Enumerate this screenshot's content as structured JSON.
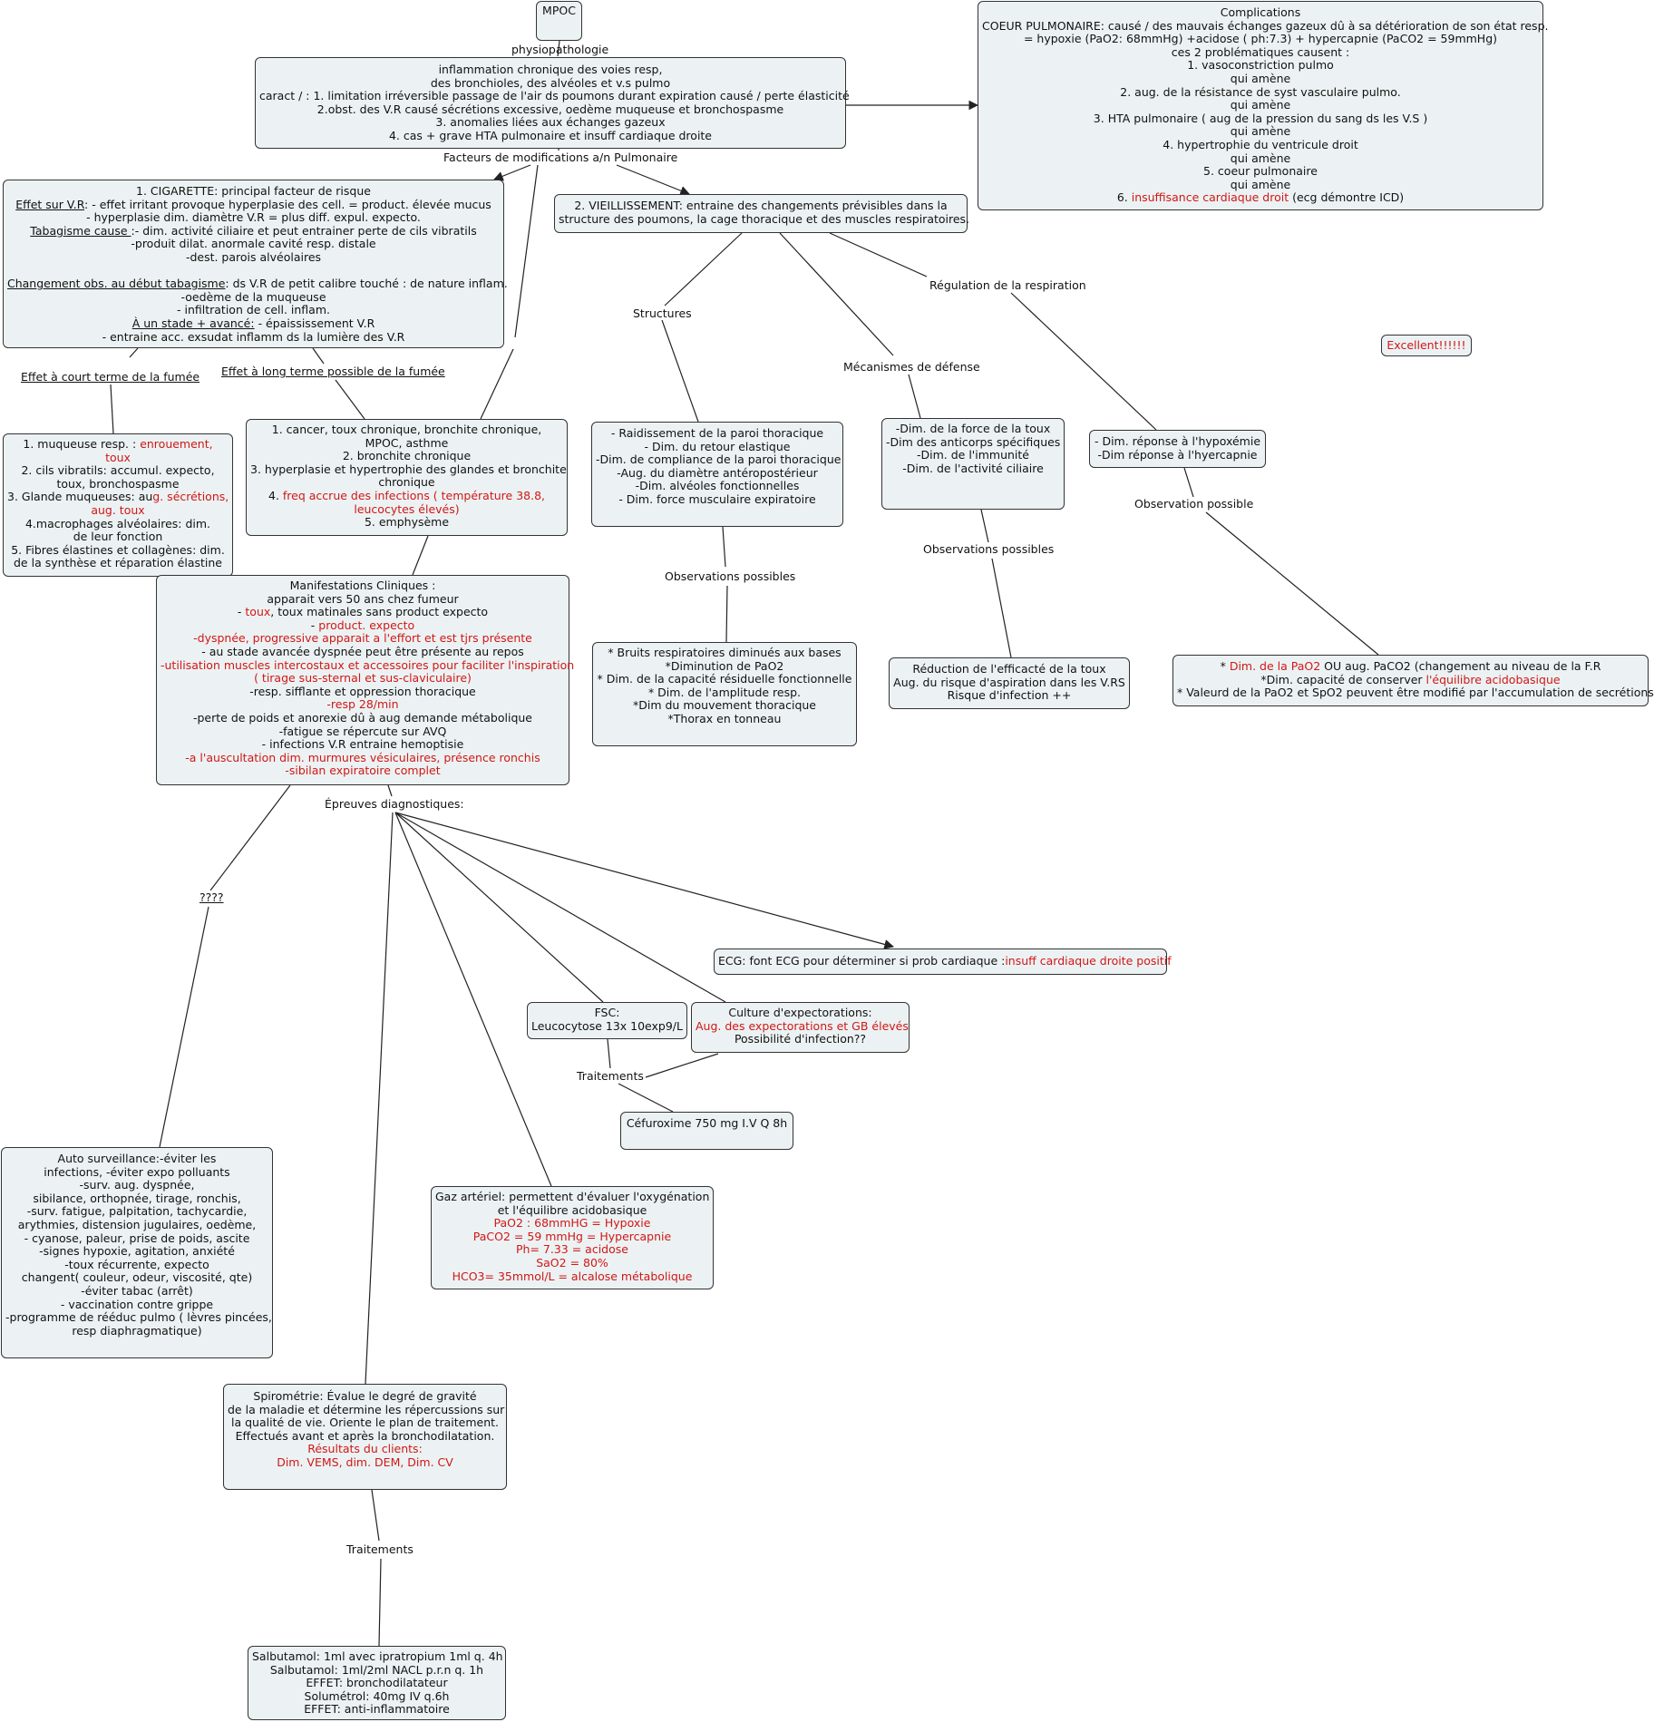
{
  "palette": {
    "node_fill": "#ecf2f3",
    "node_border": "#333333",
    "line": "#222222",
    "highlight": "#d11717"
  },
  "diagram": {
    "root": {
      "text": "MPOC"
    },
    "physio": {
      "label": "physiopathologie",
      "lines": [
        "inflammation chronique des voies resp,",
        "des bronchioles, des alvéoles et v.s pulmo",
        "caract / : 1. limitation irréversible passage de l'air ds poumons durant expiration causé / perte élasticité",
        "2.obst. des V.R causé sécrétions excessive, oedème muqueuse et bronchospasme",
        "3. anomalies liées aux échanges gazeux",
        "4. cas + grave HTA pulmonaire et insuff cardiaque droite"
      ]
    },
    "complications": {
      "title": "Complications",
      "lines": [
        "COEUR PULMONAIRE: causé / des mauvais échanges gazeux dû à sa détérioration de son état resp.",
        "= hypoxie (PaO2: 68mmHg) +acidose ( ph:7.3) + hypercapnie (PaCO2 = 59mmHg)",
        "ces 2 problématiques causent :",
        "1. vasoconstriction pulmo",
        "qui amène",
        "2. aug. de la résistance de syst vasculaire pulmo.",
        "qui amène",
        "3. HTA pulmonaire ( aug de la pression du sang ds les V.S )",
        "qui amène",
        "4. hypertrophie du ventricule droit",
        "qui amène",
        "5. coeur pulmonaire",
        "qui amène"
      ],
      "last_prefix": "6. ",
      "last_red": "insuffisance cardiaque droit",
      "last_suffix": " (ecg démontre ICD)"
    },
    "facteurs_label": "Facteurs de modifications a/n Pulmonaire",
    "cigarette": {
      "l1": "1. CIGARETTE: principal facteur de risque",
      "l2_u": "Effet sur V.R",
      "l2": ": - effet irritant provoque hyperplasie des cell. = product. élevée mucus",
      "l3": "- hyperplasie dim. diamètre V.R = plus diff. expul. expecto.",
      "l4_u": "Tabagisme cause ",
      "l4": ":- dim. activité ciliaire et peut entrainer perte de cils vibratils",
      "l5": "-produit dilat. anormale cavité resp. distale",
      "l6": "-dest. parois alvéolaires",
      "l8_u": "Changement obs. au début tabagisme",
      "l8": ": ds V.R de petit calibre touché : de nature inflam.",
      "l9": "-oedème de la muqueuse",
      "l10": "- infiltration de cell. inflam.",
      "l11_u": "À un stade + avancé:",
      "l11": " - épaississement V.R",
      "l12": "- entraine acc. exsudat inflamm ds la lumière des V.R"
    },
    "vieillissement": {
      "lines": [
        "2. VIEILLISSEMENT: entraine des changements prévisibles dans la",
        "structure des poumons, la cage thoracique et des muscles respiratoires."
      ]
    },
    "court_terme_label": "Effet à court terme de la fumée",
    "long_terme_label": "Effet à long terme possible de la fumée",
    "short_effects": {
      "l1a": "1. muqueuse resp. : ",
      "l1b": "enrouement,",
      "l2": "toux",
      "l3": "2. cils vibratils: accumul. expecto,",
      "l4": "toux, bronchospasme",
      "l5a": "3. Glande muqueuses: au",
      "l5b": "g. sécrétions,",
      "l6": "aug. toux",
      "l7": "4.macrophages alvéolaires: dim.",
      "l8": "de leur fonction",
      "l9": "5. Fibres élastines et collagènes: dim.",
      "l10": "de la synthèse et réparation élastine"
    },
    "long_effects": {
      "l1": "1. cancer, toux chronique, bronchite chronique,",
      "l2": "MPOC, asthme",
      "l3": "2. bronchite chronique",
      "l4": "3. hyperplasie et hypertrophie des glandes et bronchite",
      "l5": "chronique",
      "l6a": "4. ",
      "l6b": "freq accrue des infections ( température 38.8,",
      "l7": "leucocytes élevés)",
      "l8": "5. emphysème"
    },
    "structures_label": "Structures",
    "mecanismes_label": "Mécanismes de défense",
    "regulation_label": "Régulation de la respiration",
    "structures": {
      "lines": [
        "- Raidissement de la paroi thoracique",
        "- Dim. du retour elastique",
        "-Dim. de compliance de la paroi thoracique",
        "-Aug. du diamètre antéropostérieur",
        "-Dim. alvéoles fonctionnelles",
        "- Dim. force musculaire expiratoire"
      ]
    },
    "defense": {
      "lines": [
        "-Dim.  de la force de la toux",
        "-Dim des anticorps spécifiques",
        "-Dim. de l'immunité",
        "-Dim. de l'activité ciliaire"
      ]
    },
    "regulation": {
      "lines": [
        "- Dim. réponse à l'hypoxémie",
        "-Dim réponse à l'hyercapnie"
      ]
    },
    "badge": "Excellent!!!!!!",
    "obs_label_1": "Observations possibles",
    "obs_label_2": "Observations possibles",
    "obs_label_3": "Observation possible",
    "obs_structures": {
      "lines": [
        "* Bruits respiratoires diminués aux bases",
        "*Diminution de PaO2",
        "*  Dim. de la capacité résiduelle fonctionnelle",
        "* Dim. de l'amplitude resp.",
        "*Dim du mouvement thoracique",
        "*Thorax en tonneau"
      ]
    },
    "obs_defense": {
      "lines": [
        "Réduction de l'efficacté de la toux",
        "Aug. du risque d'aspiration dans les V.RS",
        "Risque d'infection ++"
      ]
    },
    "obs_regulation": {
      "l1a": "* ",
      "l1b": "Dim. de la PaO2",
      "l1c": " OU aug. PaCO2 (changement au niveau de la F.R",
      "l2a": "*Dim. capacité de conserver ",
      "l2b": "l'équilibre acidobasique",
      "l3": "* Valeurd de la PaO2 et SpO2 peuvent être modifié par l'accumulation de secrétions"
    },
    "manifestations": {
      "l1": "Manifestations Cliniques :",
      "l2": "apparait vers 50 ans chez fumeur",
      "l3a": "- ",
      "l3b": "toux",
      "l3c": ", toux matinales sans product expecto",
      "l4a": "- ",
      "l4b": "product. expecto",
      "l5": "-dyspnée, progressive apparait a l'effort et est tjrs présente",
      "l6": "- au stade avancée dyspnée peut être présente au repos",
      "l7": "-utilisation muscles intercostaux et accessoires pour faciliter l'inspiration",
      "l8": "( tirage sus-sternal  et sus-claviculaire)",
      "l9": "-resp. sifflante et oppression thoracique",
      "l10": "-resp 28/min",
      "l11": "-perte de poids et anorexie dû à aug demande métabolique",
      "l12": "-fatigue se répercute sur AVQ",
      "l13": "- infections V.R entraine hemoptisie",
      "l14a": "-",
      "l14b": "a l'auscultation dim. murmures vésiculaires, présence ronchis",
      "l15": "-sibilan expiratoire complet"
    },
    "epreuves_label": "Épreuves diagnostiques:",
    "question_label": "????",
    "ecg": {
      "a": "ECG: font ECG pour déterminer si prob cardiaque :",
      "b": "insuff cardiaque droite positif"
    },
    "fsc": {
      "lines": [
        "FSC:",
        "Leucocytose 13x 10exp9/L"
      ]
    },
    "culture": {
      "l1": "Culture d'expectorations:",
      "l2": "Aug. des expectorations et GB élevés",
      "l3": "Possibilité d'infection??"
    },
    "traitements_label_1": "Traitements",
    "cefuroxime": {
      "text": "Céfuroxime 750 mg I.V Q 8h"
    },
    "auto": {
      "lines": [
        "Auto surveillance:-éviter les",
        "infections,  -éviter expo polluants",
        "-surv. aug. dyspnée,",
        "sibilance, orthopnée, tirage, ronchis,",
        "-surv. fatigue, palpitation, tachycardie,",
        "arythmies, distension jugulaires, oedème,",
        "- cyanose, paleur, prise de poids, ascite",
        "-signes hypoxie, agitation, anxiété",
        "-toux récurrente, expecto",
        "changent( couleur, odeur, viscosité, qte)",
        "-éviter tabac (arrêt)",
        "- vaccination contre grippe",
        "-programme de rééduc pulmo ( lèvres pincées,",
        "resp diaphragmatique)"
      ]
    },
    "gaz": {
      "l1": "Gaz artériel: permettent d'évaluer l'oxygénation",
      "l2": "et l'équilibre acidobasique",
      "l3": "PaO2 : 68mmHG = Hypoxie",
      "l4": "PaCO2 = 59 mmHg = Hypercapnie",
      "l5": "Ph= 7.33 = acidose",
      "l6": "SaO2 = 80%",
      "l7": "HCO3= 35mmol/L = alcalose métabolique"
    },
    "spiro": {
      "l1": "Spirométrie: Évalue le degré de gravité",
      "l2": "de la maladie et détermine les répercussions sur",
      "l3": "la qualité de vie. Oriente le plan de traitement.",
      "l4": "Effectués avant et après la bronchodilatation.",
      "l5": "Résultats du clients:",
      "l6": "Dim. VEMS, dim. DEM, Dim. CV"
    },
    "traitements_label_2": "Traitements",
    "salbutamol": {
      "lines": [
        "Salbutamol: 1ml avec ipratropium 1ml q. 4h",
        "Salbutamol: 1ml/2ml NACL p.r.n q. 1h",
        "EFFET: bronchodilatateur",
        "Solumétrol: 40mg IV q.6h",
        "EFFET: anti-inflammatoire"
      ]
    }
  }
}
